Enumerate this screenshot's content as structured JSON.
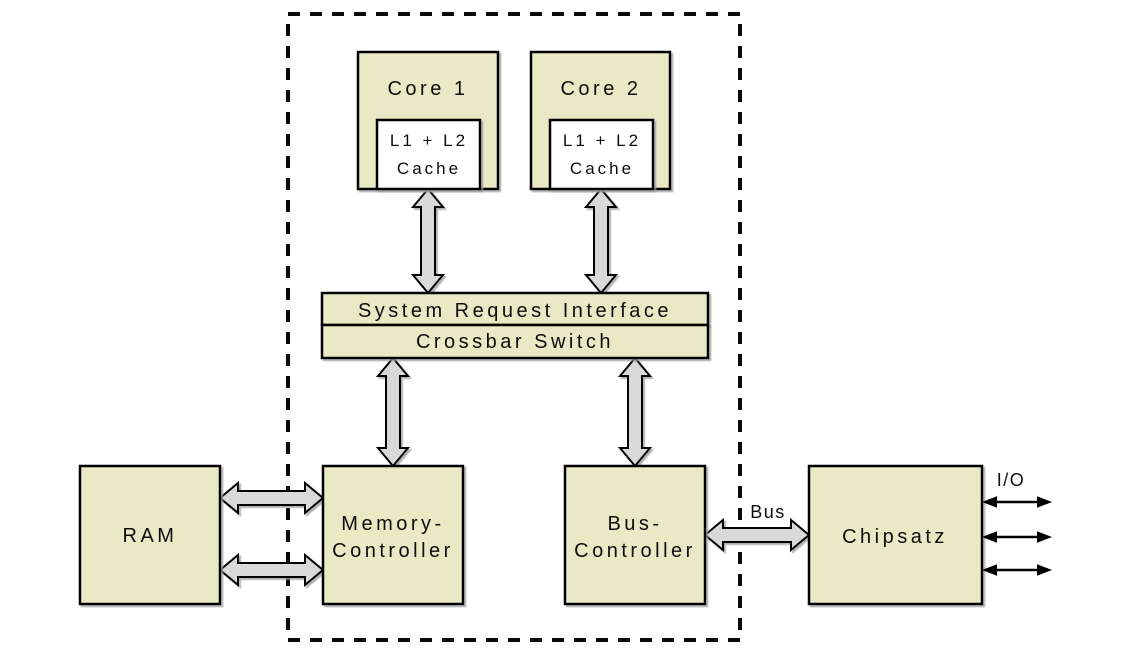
{
  "colors": {
    "box_fill": "#e9e9c6",
    "cache_fill": "#ffffff",
    "arrow_fill": "#d9d9d9",
    "io_arrow_color": "#000000"
  },
  "nodes": {
    "core1": {
      "label": "Core 1"
    },
    "core2": {
      "label": "Core 2"
    },
    "cache1": {
      "line1": "L1 + L2",
      "line2": "Cache"
    },
    "cache2": {
      "line1": "L1 + L2",
      "line2": "Cache"
    },
    "system_request_interface": {
      "label": "System Request Interface"
    },
    "crossbar_switch": {
      "label": "Crossbar Switch"
    },
    "ram": {
      "label": "RAM"
    },
    "memory_controller": {
      "line1": "Memory-",
      "line2": "Controller"
    },
    "bus_controller": {
      "line1": "Bus-",
      "line2": "Controller"
    },
    "chipsatz": {
      "label": "Chipsatz"
    }
  },
  "edge_labels": {
    "bus": "Bus",
    "io": "I/O"
  }
}
